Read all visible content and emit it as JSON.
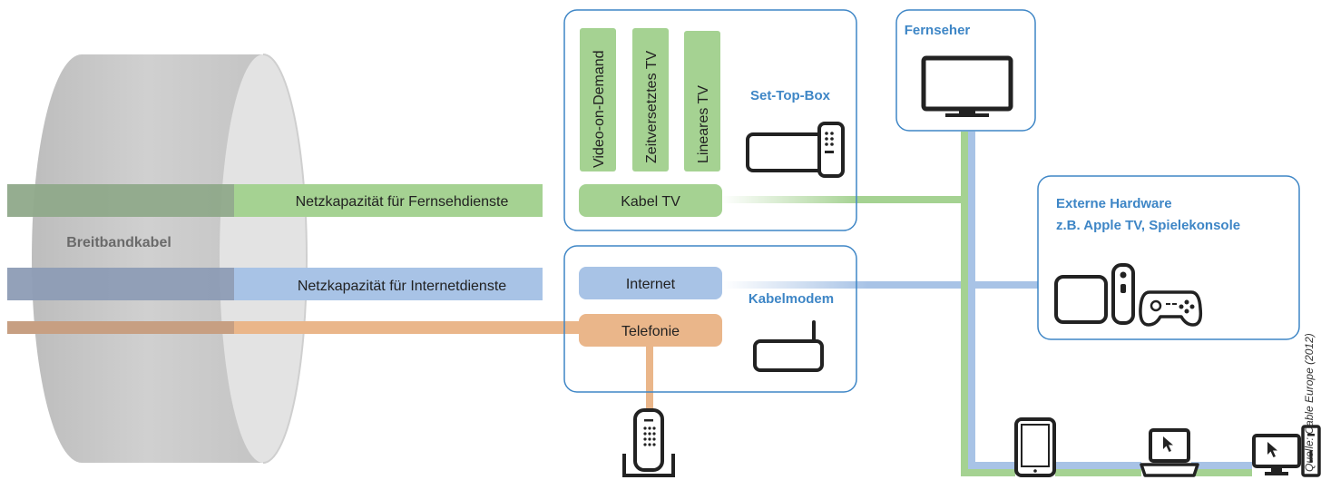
{
  "cable": {
    "label": "Breitbandkabel"
  },
  "bands": {
    "tv": "Netzkapazität für Fernsehdienste",
    "internet": "Netzkapazität für Internetdienste"
  },
  "settop": {
    "title": "Set-Top-Box",
    "services": [
      "Video-on-Demand",
      "Zeitversetztes TV",
      "Lineares TV"
    ],
    "kabel_tv": "Kabel TV"
  },
  "modem": {
    "title": "Kabelmodem",
    "internet": "Internet",
    "telefonie": "Telefonie"
  },
  "tv": {
    "title": "Fernseher"
  },
  "external": {
    "title_line1": "Externe Hardware",
    "title_line2": "z.B. Apple TV, Spielekonsole"
  },
  "source": "Quelle: Cable Europe (2012)",
  "colors": {
    "green": "#a5d292",
    "blue": "#a8c3e6",
    "orange": "#eab68a",
    "frame_blue": "#3e86c6",
    "cable_gray": "#c8c8c8"
  },
  "icons": [
    "remote-icon",
    "settop-box-icon",
    "router-icon",
    "television-icon",
    "apple-tv-icon",
    "gamepad-icon",
    "cordless-phone-icon",
    "tablet-icon",
    "laptop-icon",
    "desktop-computer-icon"
  ]
}
